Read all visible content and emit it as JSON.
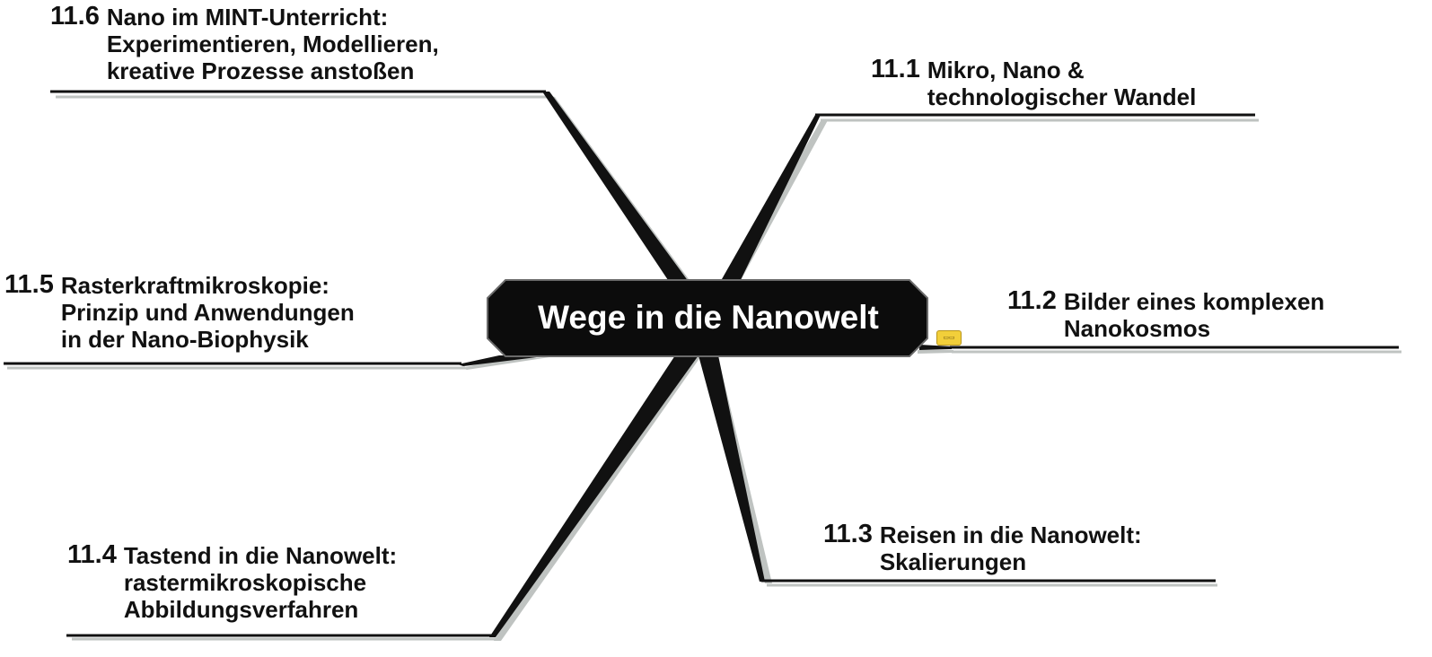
{
  "central": {
    "title": "Wege in die Nanowelt"
  },
  "note_icon": "note-icon",
  "colors": {
    "branch": "#111111",
    "shadow": "#bfc3c1",
    "central_fill": "#0c0c0c",
    "note": "#f2cf3a"
  },
  "topics": [
    {
      "id": "11.1",
      "num": "11.1",
      "lines": [
        "Mikro, Nano &",
        "technologischer Wandel"
      ]
    },
    {
      "id": "11.2",
      "num": "11.2",
      "lines": [
        "Bilder eines komplexen",
        "Nanokosmos"
      ]
    },
    {
      "id": "11.3",
      "num": "11.3",
      "lines": [
        "Reisen in die Nanowelt:",
        "Skalierungen"
      ]
    },
    {
      "id": "11.4",
      "num": "11.4",
      "lines": [
        "Tastend in die Nanowelt:",
        "rastermikroskopische",
        "Abbildungsverfahren"
      ]
    },
    {
      "id": "11.5",
      "num": "11.5",
      "lines": [
        "Rasterkraftmikroskopie:",
        "Prinzip und Anwendungen",
        "in der Nano-Biophysik"
      ]
    },
    {
      "id": "11.6",
      "num": "11.6",
      "lines": [
        "Nano im MINT-Unterricht:",
        "Experimentieren, Modellieren,",
        "kreative Prozesse anstoßen"
      ]
    }
  ]
}
